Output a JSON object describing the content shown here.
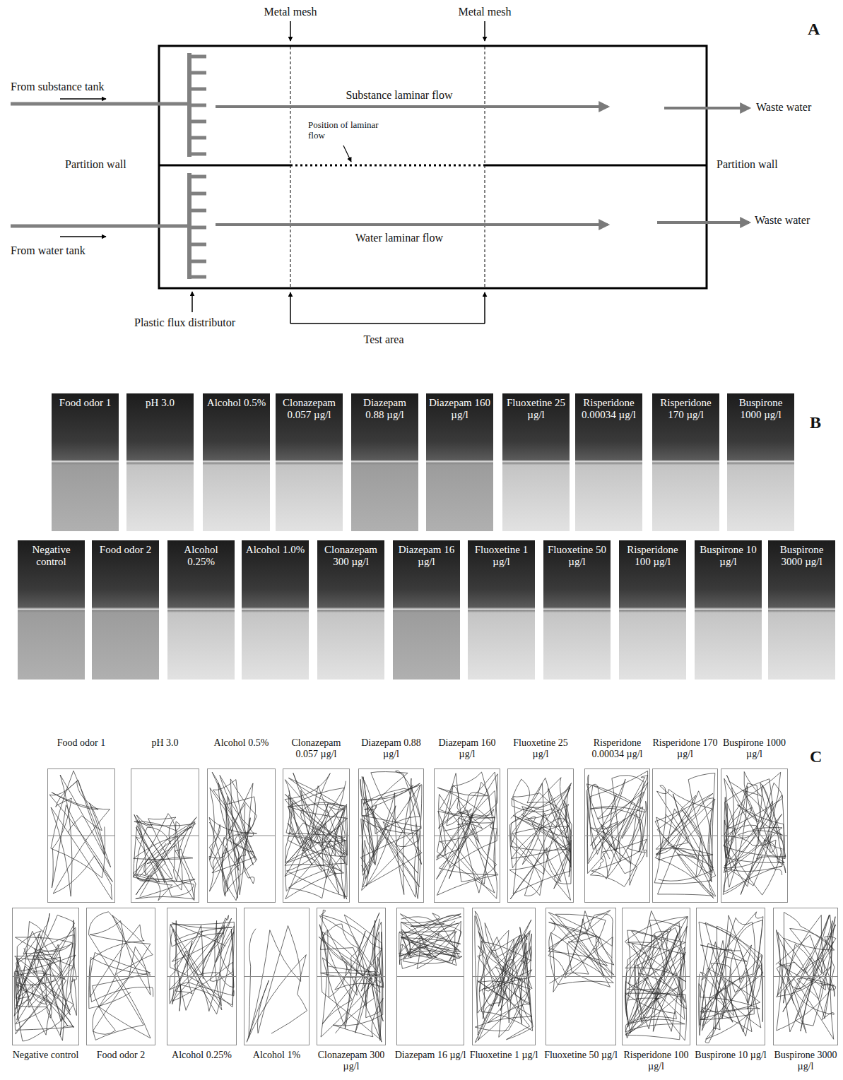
{
  "diagram": {
    "nodes": [
      {
        "text": [
          "Food odor 1"
        ]
      },
      {
        "text": [
          "pH 3.0"
        ]
      },
      {
        "text": [
          "Alcohol 0.5%"
        ]
      },
      {
        "text": [
          "Clonazepam 0.057 µg/l"
        ]
      },
      {
        "text": [
          "Diazepam 0.88 µg/l"
        ]
      },
      {
        "text": [
          "Diazepam 160 µg/l"
        ]
      },
      {
        "text": [
          "Fluoxetine 25 µg/l"
        ]
      },
      {
        "text": [
          "Risperidone 0.00034 µg/l"
        ]
      },
      {
        "text": [
          "Risperidone 170 µg/l"
        ]
      },
      {
        "text": [
          "Buspirone 1000 µg/l"
        ]
      },
      {
        "text": [
          "Negative control"
        ]
      },
      {
        "text": [
          "Food odor 2"
        ]
      },
      {
        "text": [
          "Alcohol 0.25%"
        ]
      },
      {
        "text": [
          "Alcohol 1.0%"
        ]
      },
      {
        "text": [
          "Clonazepam 300 µg/l"
        ]
      },
      {
        "text": [
          "Diazepam 16 µg/l"
        ]
      },
      {
        "text": [
          "Fluoxetine 1 µg/l"
        ]
      },
      {
        "text": [
          "Fluoxetine 50 µg/l"
        ]
      },
      {
        "text": [
          "Risperidone 100 µg/l"
        ]
      },
      {
        "text": [
          "Buspirone 10 µg/l"
        ]
      },
      {
        "text": [
          "Buspirone 3000 µg/l"
        ]
      },
      {
        "text": [
          "Food odor 1"
        ]
      },
      {
        "text": [
          "pH 3.0"
        ]
      },
      {
        "text": [
          "Alcohol 0.5%"
        ]
      },
      {
        "text": [
          "Clonazepam 0.057 µg/l"
        ]
      },
      {
        "text": [
          "Diazepam 0.88 µg/l"
        ]
      },
      {
        "text": [
          "Diazepam 160 µg/l"
        ]
      },
      {
        "text": [
          "Fluoxetine 25 µg/l"
        ]
      },
      {
        "text": [
          "Risperidone 0.00034 µg/l"
        ]
      },
      {
        "text": [
          "Risperidone 170 µg/l"
        ]
      },
      {
        "text": [
          "Buspirone 1000 µg/l"
        ]
      },
      {
        "text": [
          "Negative control"
        ]
      },
      {
        "text": [
          "Food odor 2"
        ]
      },
      {
        "text": [
          "Alcohol 0.25%"
        ]
      },
      {
        "text": [
          "Alcohol 1%"
        ]
      },
      {
        "text": [
          "Clonazepam 300 µg/l"
        ]
      },
      {
        "text": [
          "Diazepam 16 µg/l"
        ]
      },
      {
        "text": [
          "Fluoxetine 1 µg/l"
        ]
      },
      {
        "text": [
          "Fluoxetine 50 µg/l"
        ]
      },
      {
        "text": [
          "Risperidone 100 µg/l"
        ]
      },
      {
        "text": [
          "Buspirone 10 µg/l"
        ]
      },
      {
        "text": [
          "Buspirone 3000 µg/l"
        ]
      }
    ],
    "labels": [
      "Metal mesh",
      "Metal mesh",
      "A",
      "From substance tank",
      "Substance laminar flow",
      "Waste water",
      "Position of laminar flow",
      "Partition wall",
      "Partition wall",
      "From water tank",
      "Water laminar flow",
      "Waste water",
      "Plastic flux distributor",
      "Test area",
      "B",
      "C"
    ]
  }
}
